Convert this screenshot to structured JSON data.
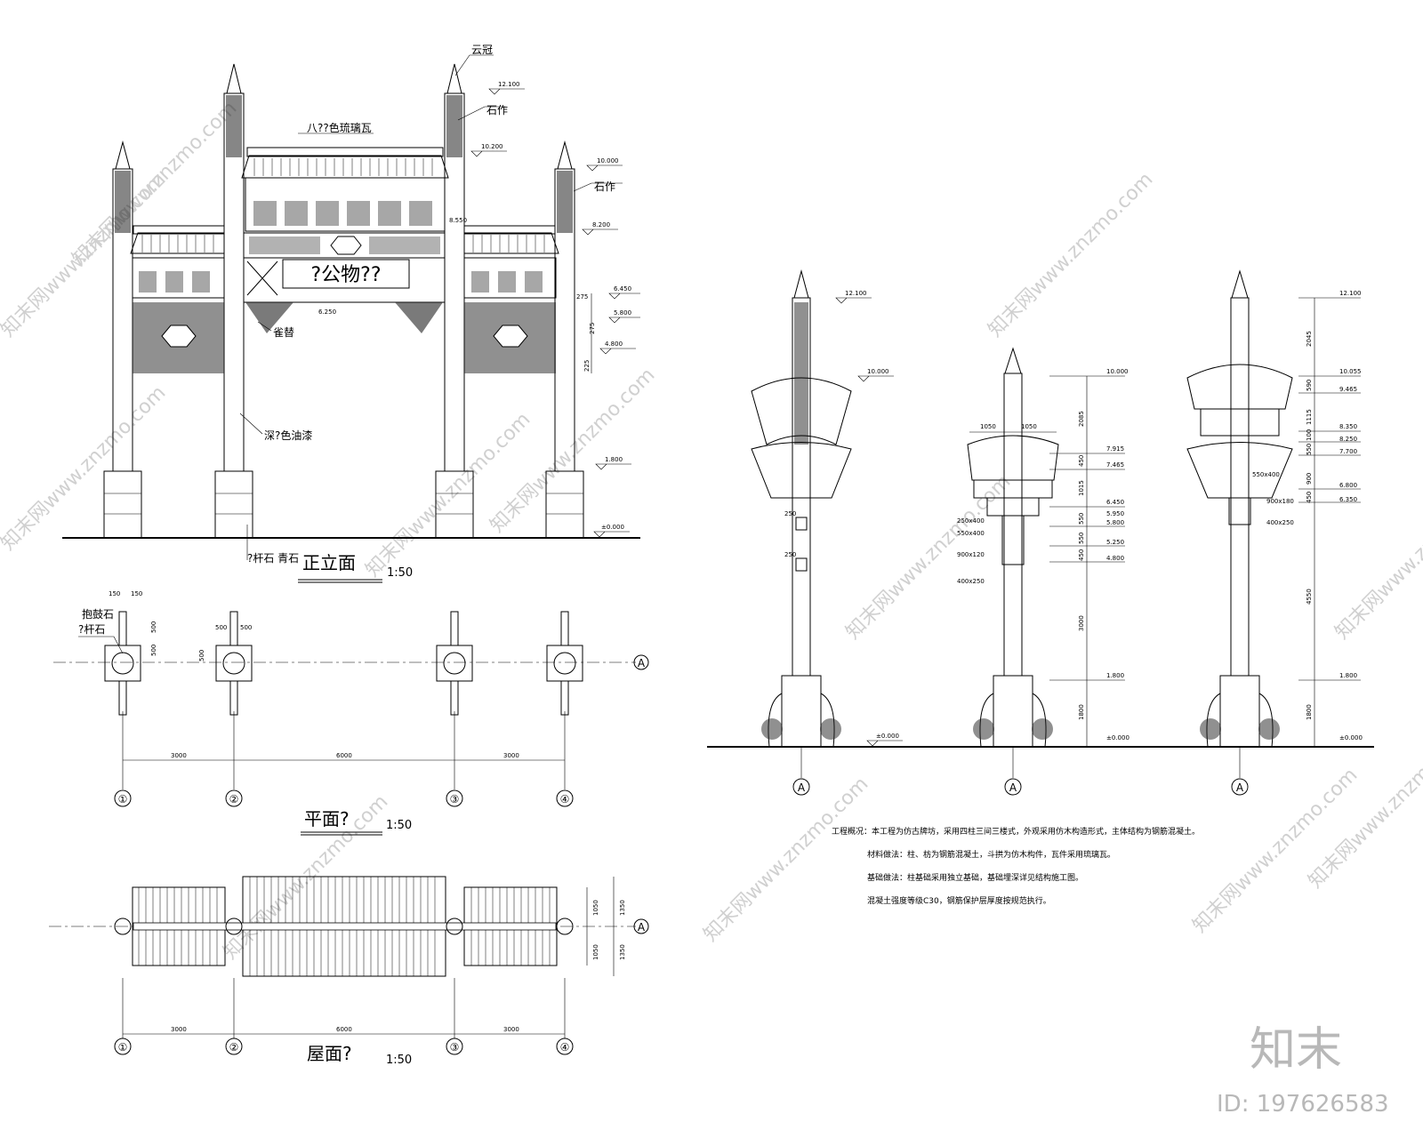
{
  "front_elevation": {
    "title": "正立面",
    "scale": "1:50",
    "sign_text": "?公物??",
    "labels": {
      "cloud_cap": "云冠",
      "stone_work_top": "石作",
      "stone_work_side": "石作",
      "glazed_tile": "八??色琉璃瓦",
      "bracket": "雀替",
      "paint": "深?色油漆",
      "base_stone": "?杆石 青石"
    },
    "levels": [
      "12.100",
      "10.200",
      "10.000",
      "8.550",
      "8.200",
      "6.450",
      "5.800",
      "4.800",
      "1.800",
      "±0.000"
    ],
    "dims": [
      "275",
      "275",
      "225",
      "6.250"
    ]
  },
  "plan": {
    "title": "平面?",
    "scale": "1:50",
    "labels": {
      "drum_stone": "抱鼓石",
      "pole_stone": "?杆石"
    },
    "dims": {
      "top": [
        "150",
        "150"
      ],
      "vertical": [
        "500",
        "500",
        "500"
      ],
      "horizontal": [
        "500",
        "500"
      ]
    },
    "spans": [
      "3000",
      "6000",
      "3000"
    ],
    "axes": [
      "①",
      "②",
      "③",
      "④"
    ],
    "row_axis": "A"
  },
  "roof_plan": {
    "title": "屋面?",
    "scale": "1:50",
    "spans": [
      "3000",
      "6000",
      "3000"
    ],
    "axes": [
      "①",
      "②",
      "③",
      "④"
    ],
    "row_axis": "A",
    "dims": [
      "1050",
      "1350",
      "1050",
      "1350"
    ]
  },
  "side_elevations": {
    "axis": "A",
    "elev1": {
      "levels": [
        "12.100",
        "10.000",
        "±0.000"
      ],
      "dims": [
        "250",
        "250"
      ]
    },
    "elev2": {
      "levels": [
        "10.000",
        "7.915",
        "7.465",
        "6.450",
        "5.950",
        "5.800",
        "5.250",
        "4.800",
        "1.800",
        "±0.000"
      ],
      "sections": [
        "250x400",
        "550x400",
        "900x120",
        "400x250"
      ],
      "top_dims": [
        "1050",
        "1050"
      ],
      "dims": [
        "2085",
        "450",
        "1015",
        "550",
        "550",
        "450",
        "3000",
        "1800"
      ]
    },
    "elev3": {
      "levels": [
        "12.100",
        "10.055",
        "9.465",
        "8.350",
        "8.250",
        "7.700",
        "6.800",
        "6.350",
        "1.800",
        "±0.000"
      ],
      "sections": [
        "550x400",
        "900x180",
        "400x250"
      ],
      "dims": [
        "2045",
        "590",
        "1115",
        "100",
        "550",
        "900",
        "450",
        "4550",
        "1800"
      ]
    }
  },
  "notes": [
    "工程概况：本工程为仿古牌坊，采用四柱三间三楼式，外观采用仿木构造形式，主体结构为钢筋混凝土。",
    "材料做法：柱、枋为钢筋混凝土，斗拱为仿木构件，瓦件采用琉璃瓦。",
    "基础做法：柱基础采用独立基础，基础埋深详见结构施工图。",
    "混凝土强度等级C30，钢筋保护层厚度按规范执行。"
  ],
  "watermarks": {
    "text": "知末网www.znzmo.com",
    "brand": "知末",
    "id": "ID: 197626583"
  }
}
